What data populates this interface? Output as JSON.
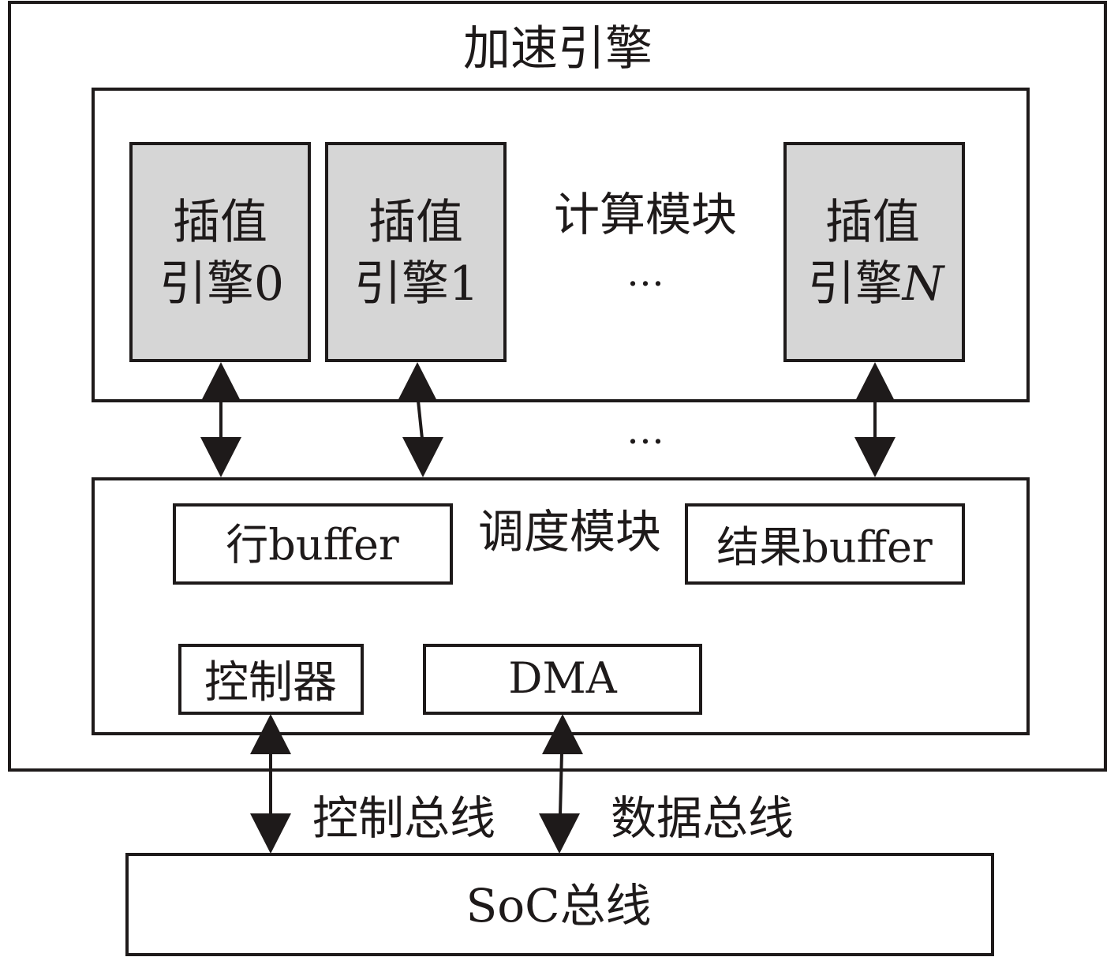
{
  "accelerator": {
    "title": "加速引擎"
  },
  "compute": {
    "label": "计算模块",
    "ellipsis": "…",
    "engines": [
      {
        "line1": "插值",
        "line2": "引擎0"
      },
      {
        "line1": "插值",
        "line2": "引擎1"
      },
      {
        "line1": "插值",
        "line2": "引擎N"
      }
    ]
  },
  "links_ellipsis": "…",
  "scheduler": {
    "label": "调度模块",
    "row_buffer": "行buffer",
    "result_buffer": "结果buffer",
    "controller": "控制器",
    "dma": "DMA"
  },
  "buses": {
    "control_bus": "控制总线",
    "data_bus": "数据总线",
    "soc_bus": "SoC总线"
  },
  "colors": {
    "engine_fill": "#d6d6d6",
    "stroke": "#1e1a1a",
    "background": "#ffffff"
  }
}
